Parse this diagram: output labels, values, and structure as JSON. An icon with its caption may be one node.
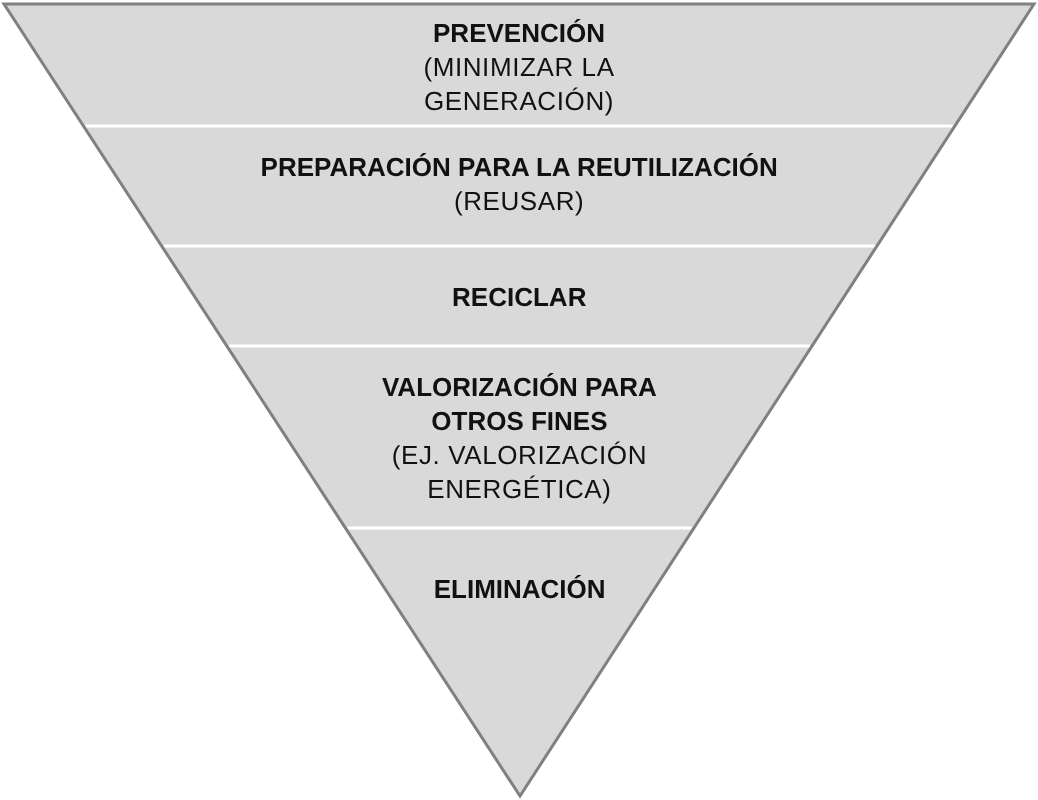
{
  "diagram": {
    "nodes": [
      {
        "text": [
          "PREVENCIÓN",
          "(MINIMIZAR LA GENERACIÓN)"
        ]
      },
      {
        "text": [
          "PREPARACIÓN PARA LA REUTILIZACIÓN",
          "(REUSAR)"
        ]
      },
      {
        "text": [
          "RECICLAR"
        ]
      },
      {
        "text": [
          "VALORIZACIÓN PARA OTROS FINES",
          "(EJ. VALORIZACIÓN ENERGÉTICA)"
        ]
      },
      {
        "text": [
          "ELIMINACIÓN"
        ]
      }
    ]
  }
}
